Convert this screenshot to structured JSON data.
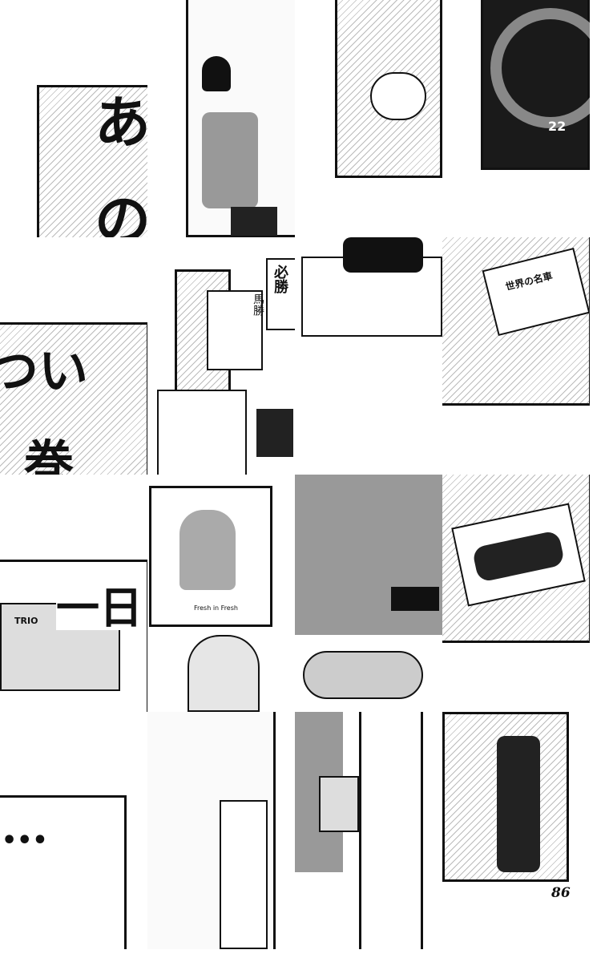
{
  "page_number": "86",
  "captions": {
    "a": "あ",
    "no": "の",
    "tsui": "つい",
    "maki": "巻",
    "ichinichi": "一日",
    "ellipsis": "•••",
    "hissho": "必勝",
    "bakachi": "馬勝",
    "radio_brand": "TRIO",
    "poster_text": "Fresh in Fresh",
    "magazine_title": "世界の名車",
    "tire_number": "22"
  }
}
